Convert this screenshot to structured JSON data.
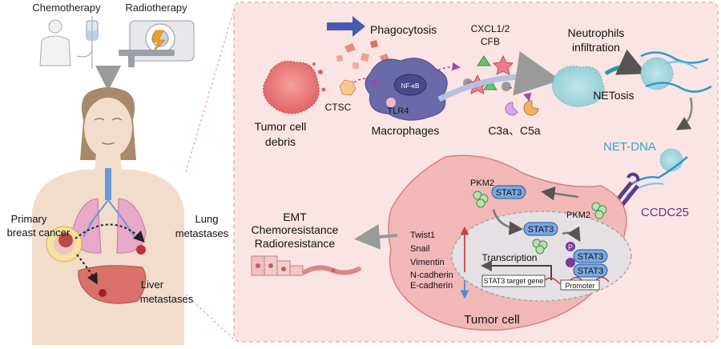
{
  "labels": {
    "chemotherapy": "Chemotherapy",
    "radiotherapy": "Radiotherapy",
    "primary_1": "Primary",
    "primary_2": "breast cancer",
    "lung_1": "Lung",
    "lung_2": "metastases",
    "liver_1": "Liver",
    "liver_2": "metastases",
    "phagocytosis": "Phagocytosis",
    "cxcl": "CXCL1/2",
    "cfb": "CFB",
    "neutrophils_1": "Neutrophils",
    "neutrophils_2": "infiltration",
    "ctsc": "CTSC",
    "tlr4": "TLR4",
    "nfkb": "NF-κB",
    "debris_1": "Tumor cell",
    "debris_2": "debris",
    "macrophages": "Macrophages",
    "c3a_c5a": "C3a、C5a",
    "netosis": "NETosis",
    "net_dna": "NET-DNA",
    "ccdc25": "CCDC25",
    "pkm2_a": "PKM2",
    "pkm2_b": "PKM2",
    "stat3_a": "STAT3",
    "stat3_b": "STAT3",
    "stat3_c": "STAT3",
    "stat3_d": "STAT3",
    "p": "P",
    "emt": "EMT",
    "chemoresistance": "Chemoresistance",
    "radioresistance": "Radioresistance",
    "twist1": "Twist1",
    "snail": "Snail",
    "vimentin": "Vimentin",
    "ncadherin": "N-cadherin",
    "ecadherin": "E-cadherin",
    "transcription": "Transcription",
    "target_gene": "STAT3 target gene",
    "promoter": "Promoter",
    "tumor_cell": "Tumor cell"
  },
  "colors": {
    "panel_bg": "#fbe4e4",
    "panel_border": "#e8a8a8",
    "tumor_cell_fill": "#f2b8b8",
    "nucleus_fill": "#e4e0e4",
    "macrophage": "#6b6aa8",
    "stat3": "#4a7ab8",
    "pkm2": "#6aa86a",
    "ccdc25": "#5a3a8a",
    "net_dna_text": "#2aa8c8",
    "arrow_gray": "#999999",
    "arrow_purple": "#a04aa8",
    "arrow_teal": "#2a9a9a",
    "up_red": "#d04040",
    "down_blue": "#4a8ad8"
  }
}
